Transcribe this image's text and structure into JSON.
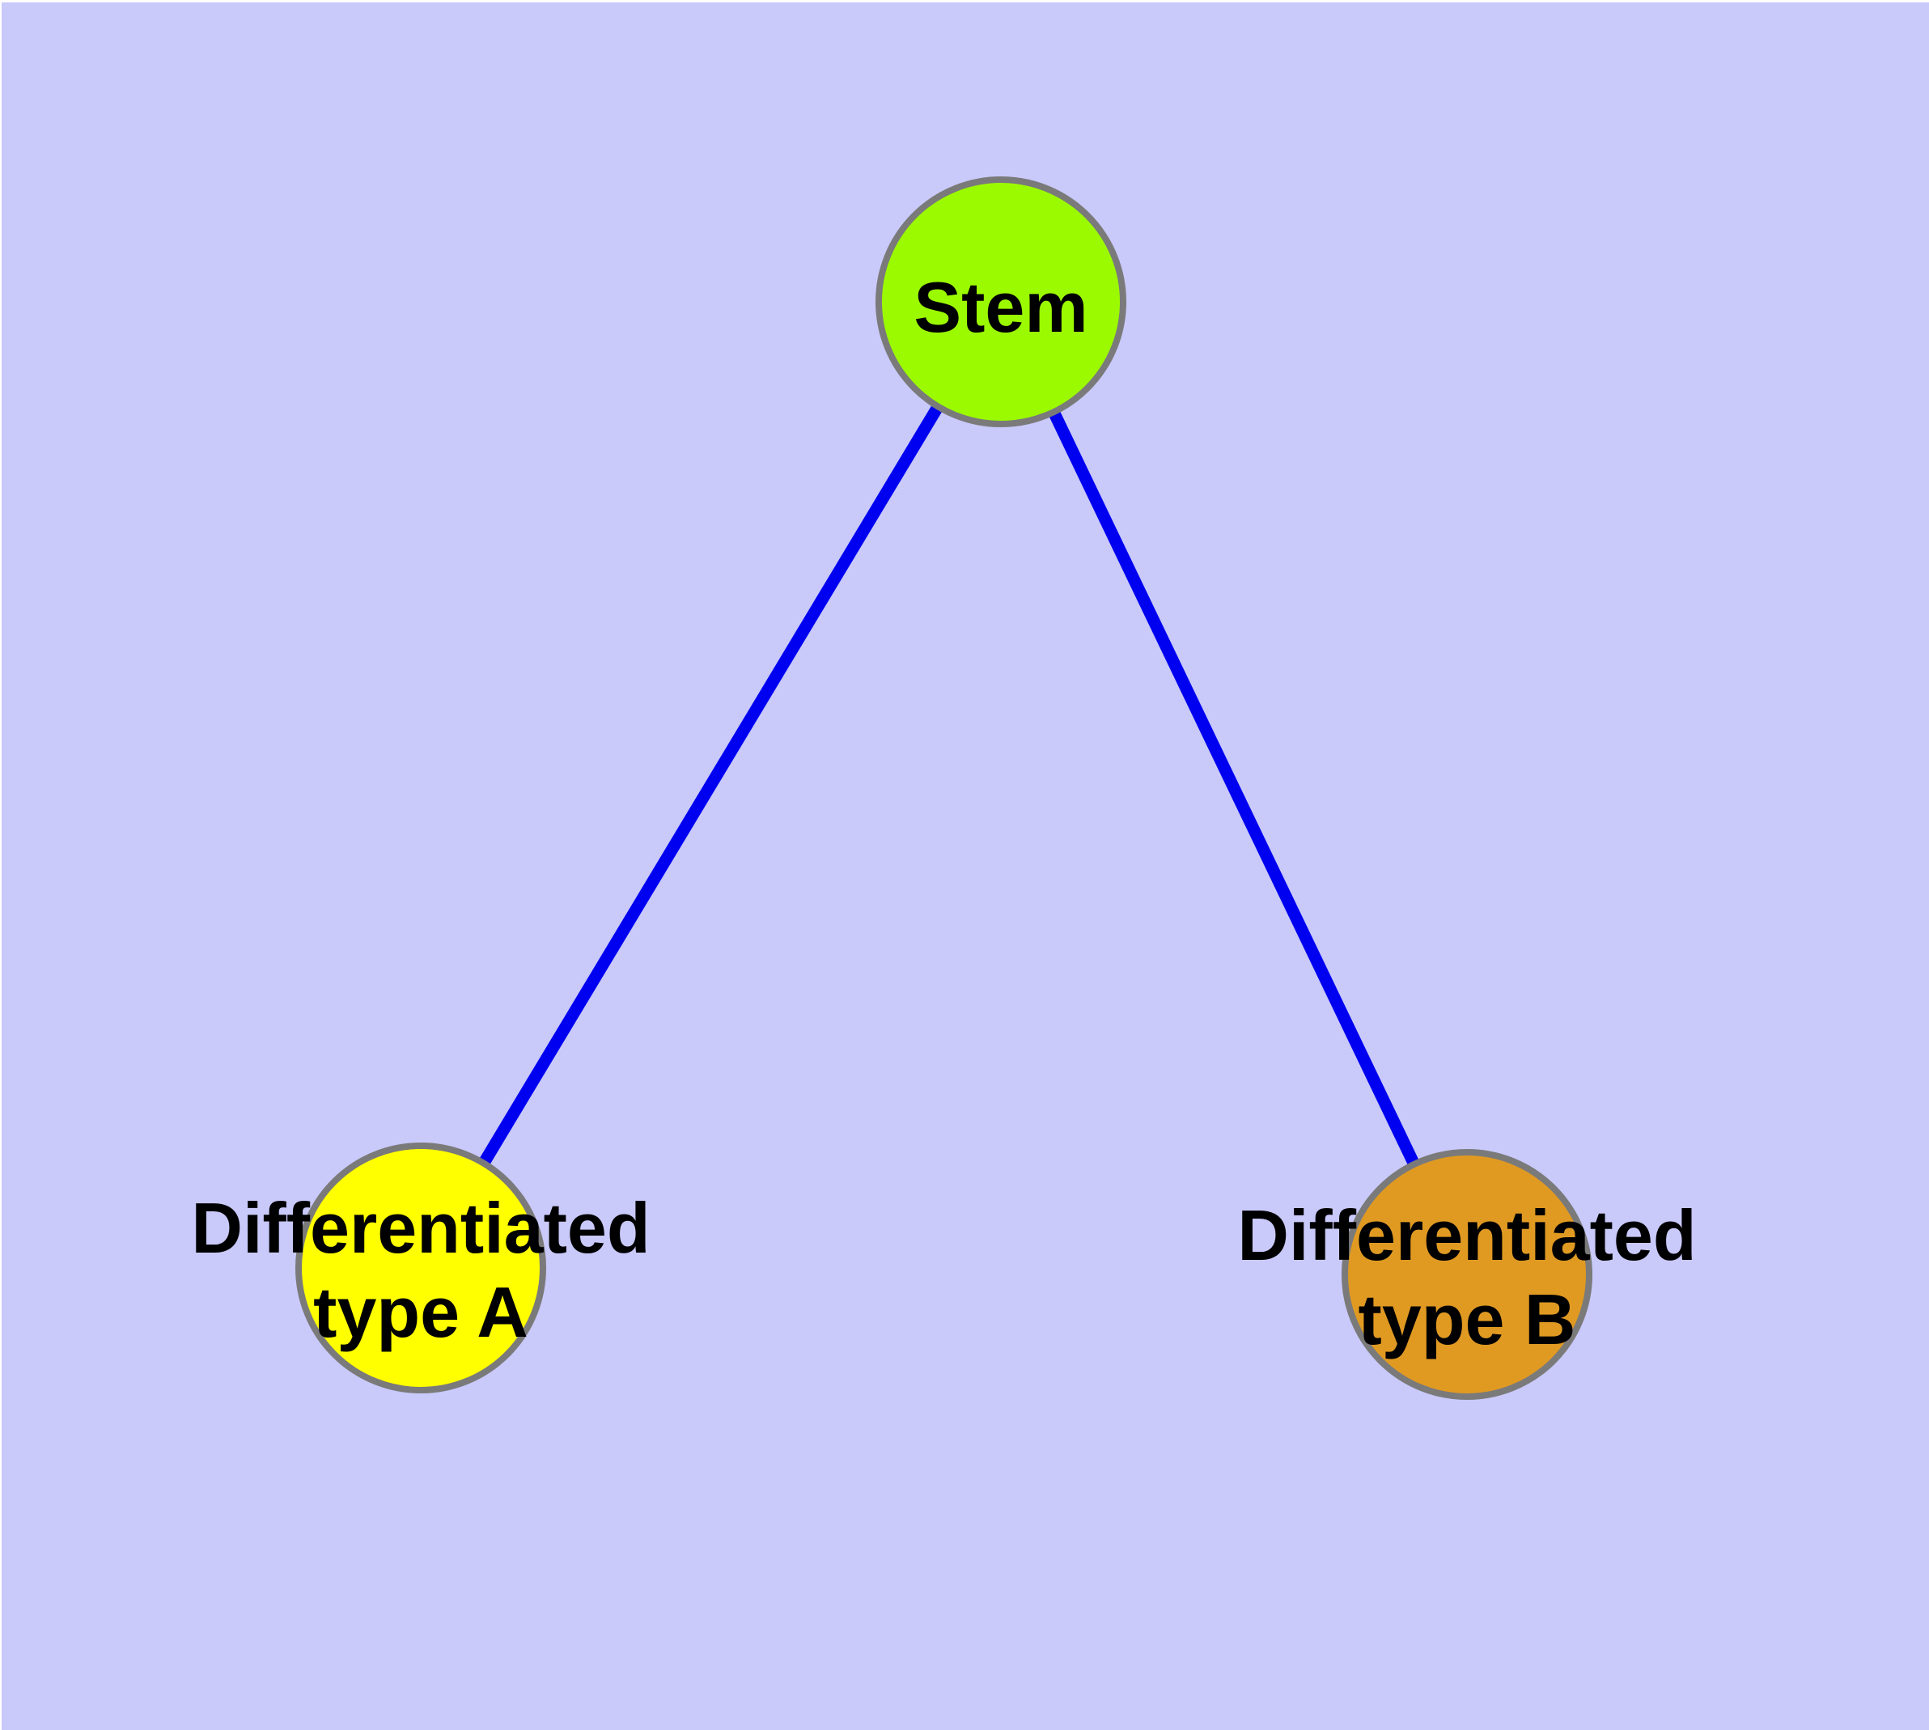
{
  "diagram": {
    "background_color": "#c9c9fa",
    "page_edge_color": "#ffffff",
    "border_color": "#7a7a7a",
    "edge_color": "#0000f0",
    "nodes": [
      {
        "id": "stem",
        "label": "Stem",
        "fill": "#9bfa00"
      },
      {
        "id": "diff-a",
        "label_line1": "Differentiated",
        "label_line2": "type A",
        "fill": "#ffff00"
      },
      {
        "id": "diff-b",
        "label_line1": "Differentiated",
        "label_line2": "type B",
        "fill": "#e09a22"
      }
    ],
    "edges": [
      {
        "from": "stem",
        "to": "diff-a"
      },
      {
        "from": "stem",
        "to": "diff-b"
      }
    ]
  }
}
